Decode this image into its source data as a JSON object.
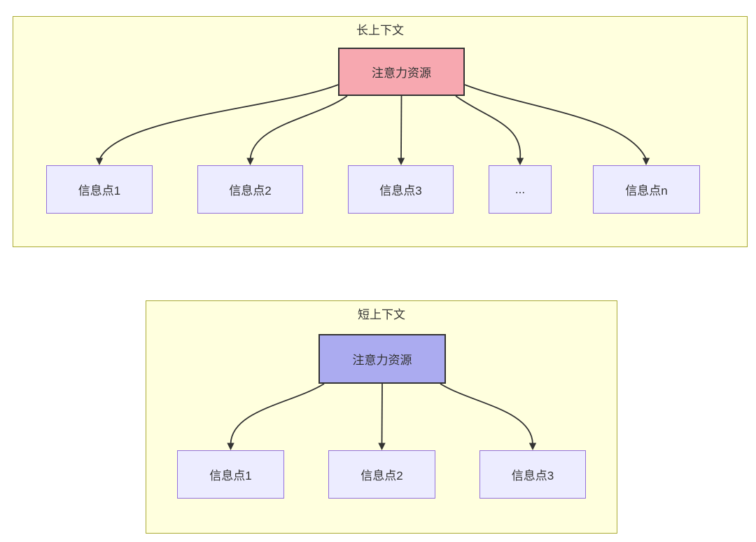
{
  "diagram": {
    "long_context": {
      "title": "长上下文",
      "attention_label": "注意力资源",
      "nodes": [
        "信息点1",
        "信息点2",
        "信息点3",
        "...",
        "信息点n"
      ]
    },
    "short_context": {
      "title": "短上下文",
      "attention_label": "注意力资源",
      "nodes": [
        "信息点1",
        "信息点2",
        "信息点3"
      ]
    },
    "colors": {
      "container_fill": "#ffffde",
      "container_border": "#aaaa33",
      "node_fill": "#ececff",
      "node_border": "#9370db",
      "attention_long_fill": "#f7a8b0",
      "attention_short_fill": "#ababf0",
      "attention_border": "#333333",
      "arrow": "#333333"
    }
  }
}
